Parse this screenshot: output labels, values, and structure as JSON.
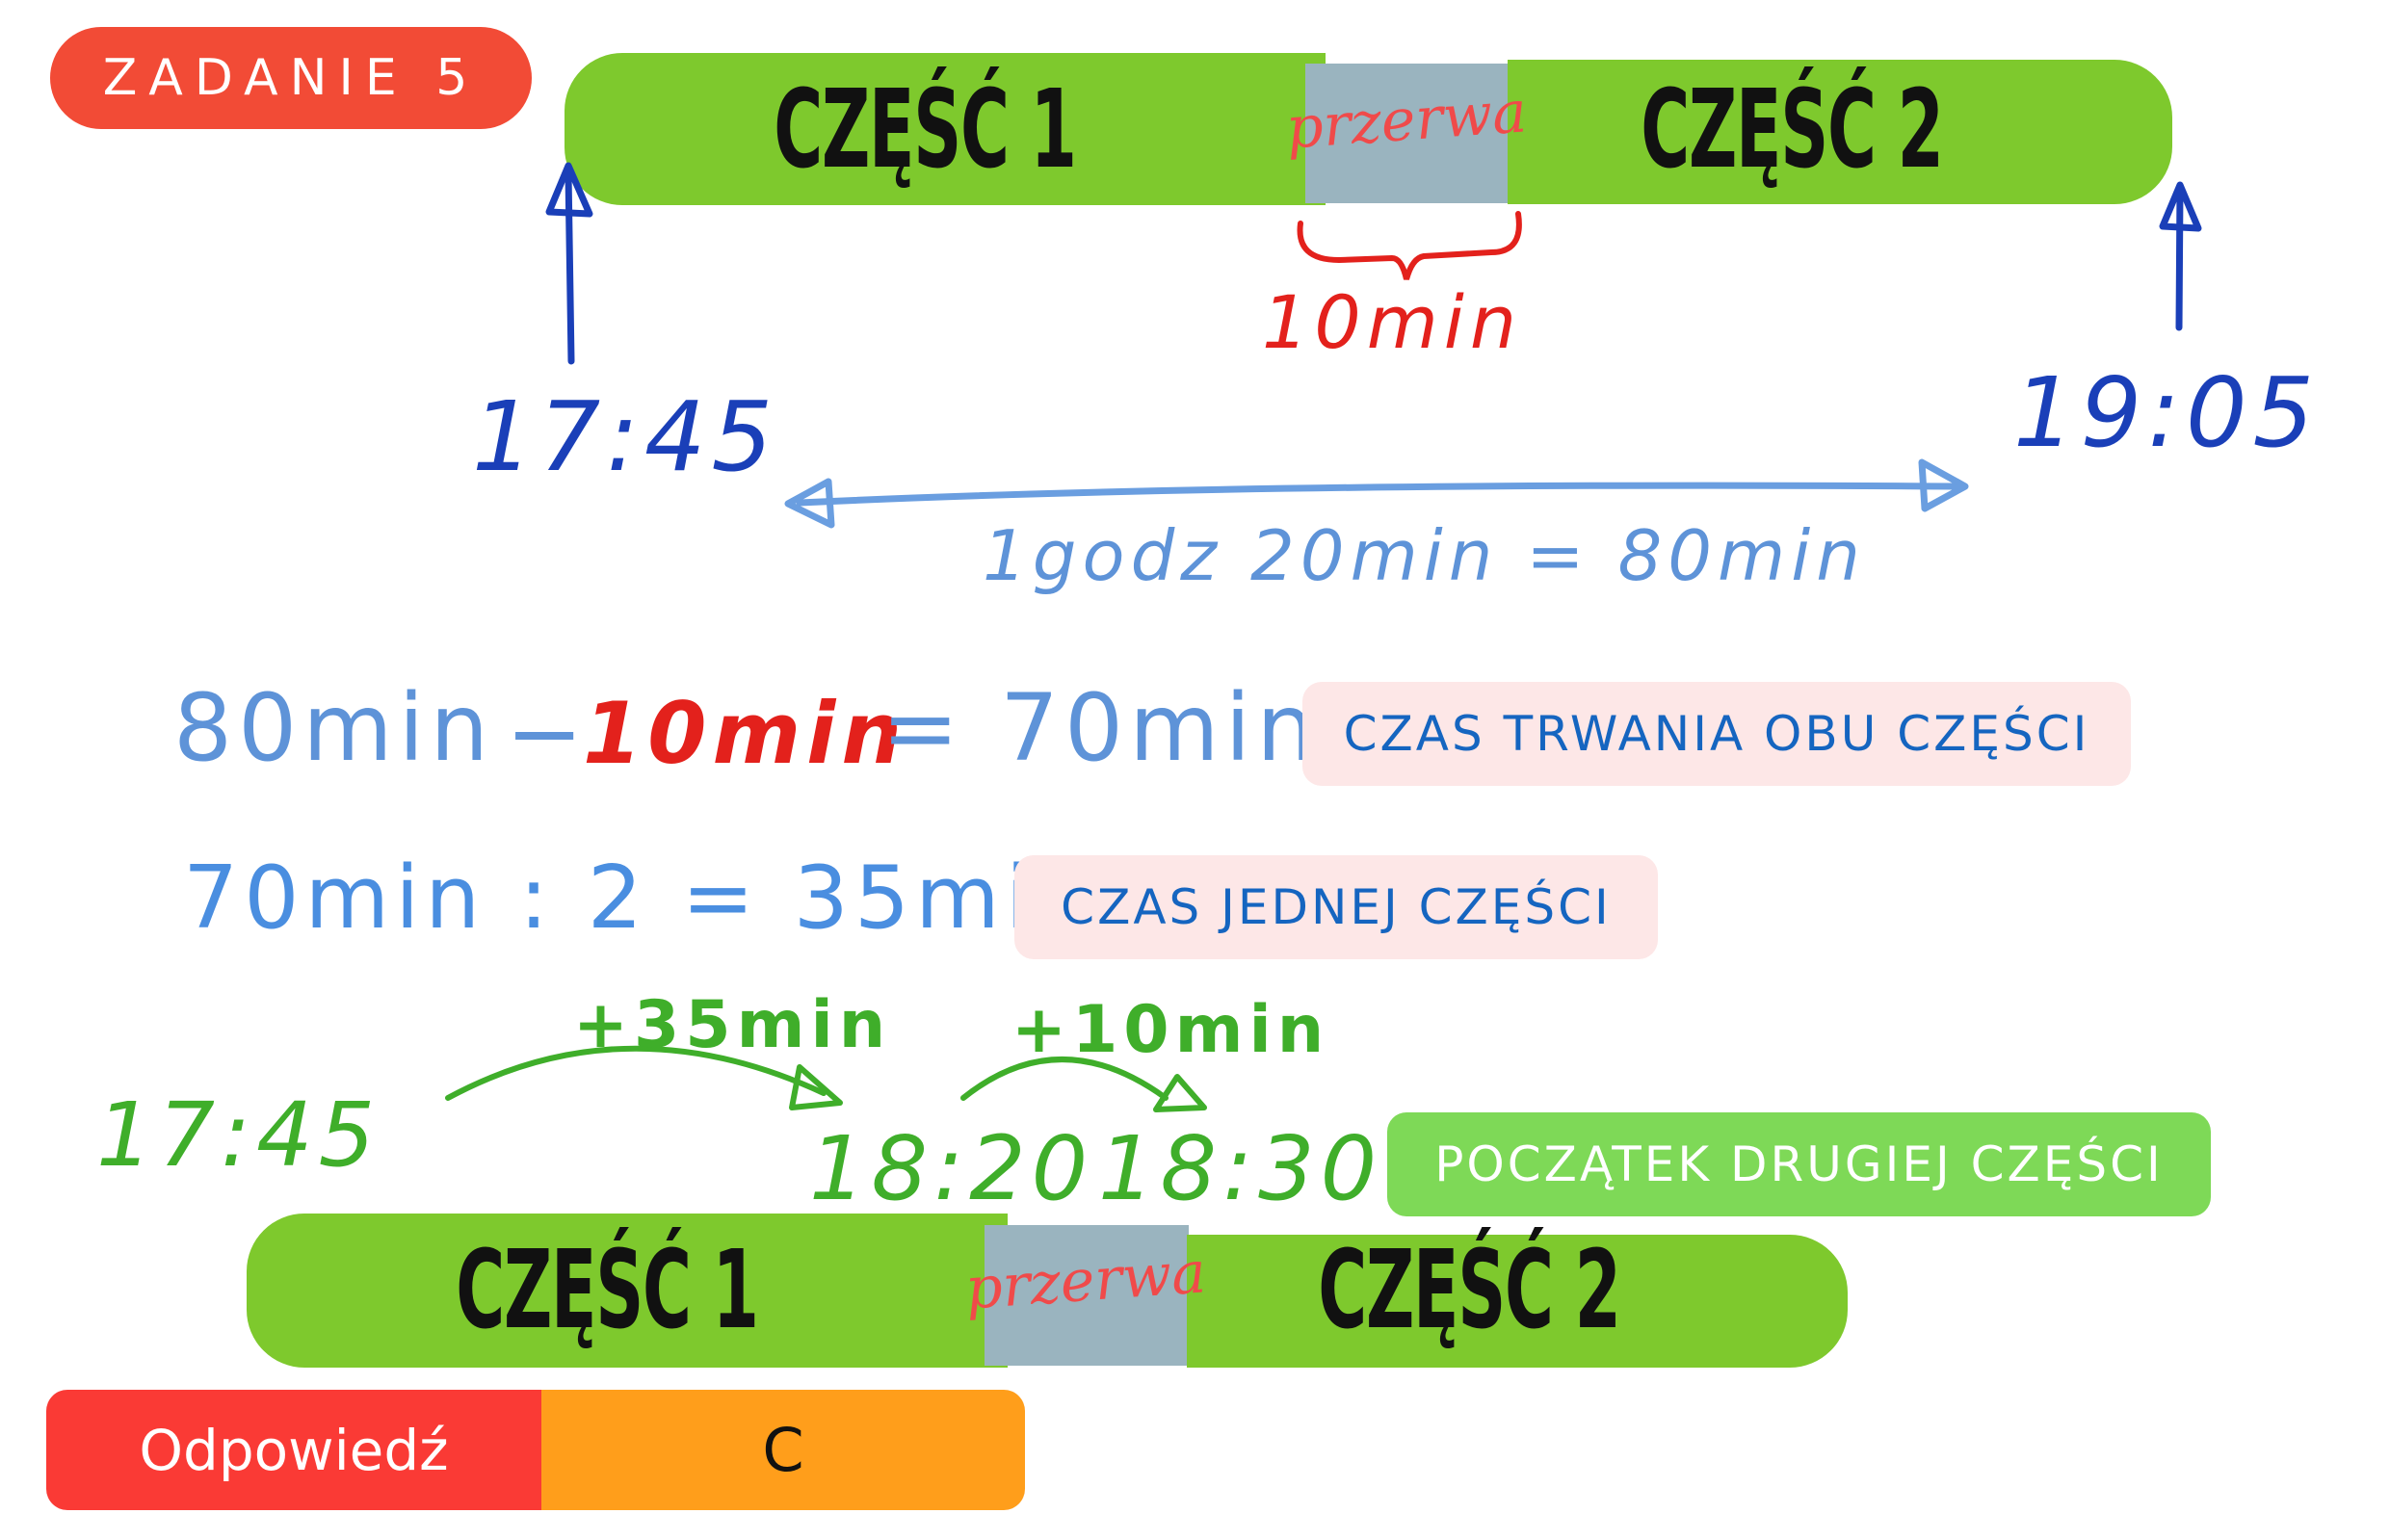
{
  "task_label": "ZADANIE 5",
  "timeline_top": {
    "part1": "CZĘŚĆ 1",
    "break": "przerwa",
    "part2": "CZĘŚĆ 2"
  },
  "break_duration": "10min",
  "start_time": "17:45",
  "end_time": "19:05",
  "total_duration": "1godz 20min = 80min",
  "calc1": {
    "a": "80min",
    "minus": "−",
    "b": "10min",
    "result": "= 70min",
    "note": "CZAS TRWANIA OBU CZĘŚCI"
  },
  "calc2": {
    "expr": "70min : 2 = 35min",
    "note": "CZAS JEDNEJ CZĘŚCI"
  },
  "step": {
    "start": "17:45",
    "add1": "+35min",
    "t1": "18:20",
    "add2": "+10min",
    "t2": "18:30",
    "note": "POCZĄTEK DRUGIEJ CZĘŚCI"
  },
  "timeline_bottom": {
    "part1": "CZĘŚĆ 1",
    "break": "przerwa",
    "part2": "CZĘŚĆ 2"
  },
  "answer": {
    "label": "Odpowiedź",
    "value": "C"
  },
  "colors": {
    "bar": "#7ec92d",
    "break": "#9ab4bf",
    "badge": "#f24b36",
    "answer_label": "#fa3a35",
    "answer_value": "#ff9e1b"
  }
}
